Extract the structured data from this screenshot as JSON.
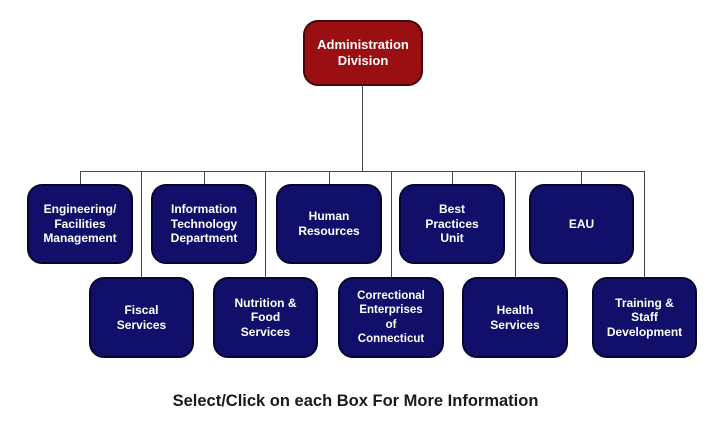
{
  "colors": {
    "root_box_fill": "#9a0f11",
    "root_box_border": "#470607",
    "dept_box_fill": "#10106a",
    "dept_box_border": "#06062e",
    "box_text": "#ffffff",
    "connector": "#474747",
    "caption_text": "#1a1a1a",
    "background": "#ffffff"
  },
  "org_chart": {
    "root": {
      "label": "Administration\nDivision"
    },
    "row1": [
      {
        "label": "Engineering/\nFacilities\nManagement"
      },
      {
        "label": "Information\nTechnology\nDepartment"
      },
      {
        "label": "Human\nResources"
      },
      {
        "label": "Best\nPractices\nUnit"
      },
      {
        "label": "EAU"
      }
    ],
    "row2": [
      {
        "label": "Fiscal\nServices"
      },
      {
        "label": "Nutrition &\nFood\nServices"
      },
      {
        "label": "Correctional\nEnterprises\nof\nConnecticut"
      },
      {
        "label": "Health\nServices"
      },
      {
        "label": "Training &\nStaff\nDevelopment"
      }
    ]
  },
  "caption": "Select/Click on each Box For More Information"
}
